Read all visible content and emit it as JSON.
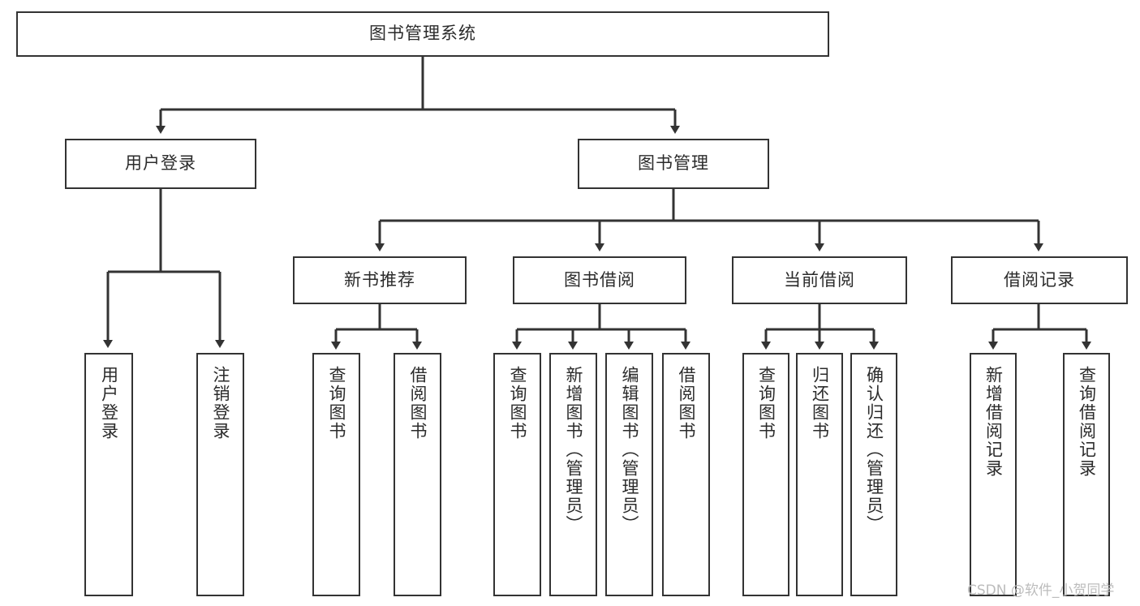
{
  "diagram": {
    "type": "tree-hierarchy",
    "title": "图书管理系统",
    "watermark": "CSDN @软件_小贺同学",
    "colors": {
      "background": "#ffffff",
      "box_border": "#333333",
      "box_fill": "#ffffff",
      "text": "#2b2b2b",
      "connector": "#333333",
      "watermark": "#bcbcbc"
    },
    "levels": {
      "root": {
        "label": "图书管理系统"
      },
      "level1": [
        {
          "label": "用户登录"
        },
        {
          "label": "图书管理"
        }
      ],
      "level2": [
        {
          "label": "新书推荐",
          "parent": "图书管理"
        },
        {
          "label": "图书借阅",
          "parent": "图书管理"
        },
        {
          "label": "当前借阅",
          "parent": "图书管理"
        },
        {
          "label": "借阅记录",
          "parent": "图书管理"
        }
      ],
      "leaves": [
        {
          "label": "用户登录",
          "parent": "用户登录"
        },
        {
          "label": "注销登录",
          "parent": "用户登录"
        },
        {
          "label": "查询图书",
          "parent": "新书推荐"
        },
        {
          "label": "借阅图书",
          "parent": "新书推荐"
        },
        {
          "label": "查询图书",
          "parent": "图书借阅"
        },
        {
          "label": "新增图书（管理员）",
          "parent": "图书借阅"
        },
        {
          "label": "编辑图书（管理员）",
          "parent": "图书借阅"
        },
        {
          "label": "借阅图书",
          "parent": "图书借阅"
        },
        {
          "label": "查询图书",
          "parent": "当前借阅"
        },
        {
          "label": "归还图书",
          "parent": "当前借阅"
        },
        {
          "label": "确认归还（管理员）",
          "parent": "当前借阅"
        },
        {
          "label": "新增借阅记录",
          "parent": "借阅记录"
        },
        {
          "label": "查询借阅记录",
          "parent": "借阅记录"
        }
      ]
    }
  }
}
